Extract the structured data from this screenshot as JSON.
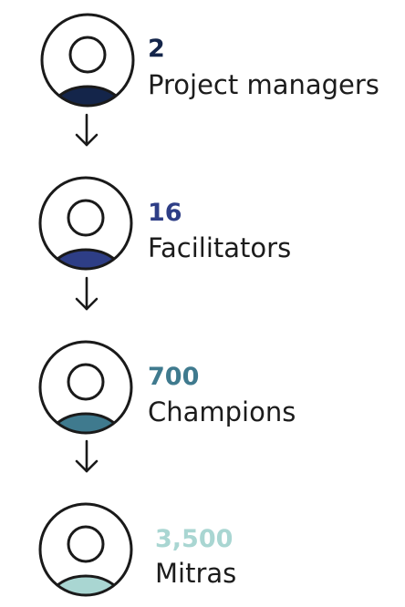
{
  "tiers": [
    {
      "value": "2",
      "label": "Project managers",
      "color": "#14254a",
      "icon": "person-icon"
    },
    {
      "value": "16",
      "label": "Facilitators",
      "color": "#2e3e86",
      "icon": "person-icon"
    },
    {
      "value": "700",
      "label": "Champions",
      "color": "#3f7a8e",
      "icon": "person-icon"
    },
    {
      "value": "3,500",
      "label": "Mitras",
      "color": "#a9d6d2",
      "icon": "person-icon"
    }
  ],
  "connector_icon": "arrow-down-icon"
}
